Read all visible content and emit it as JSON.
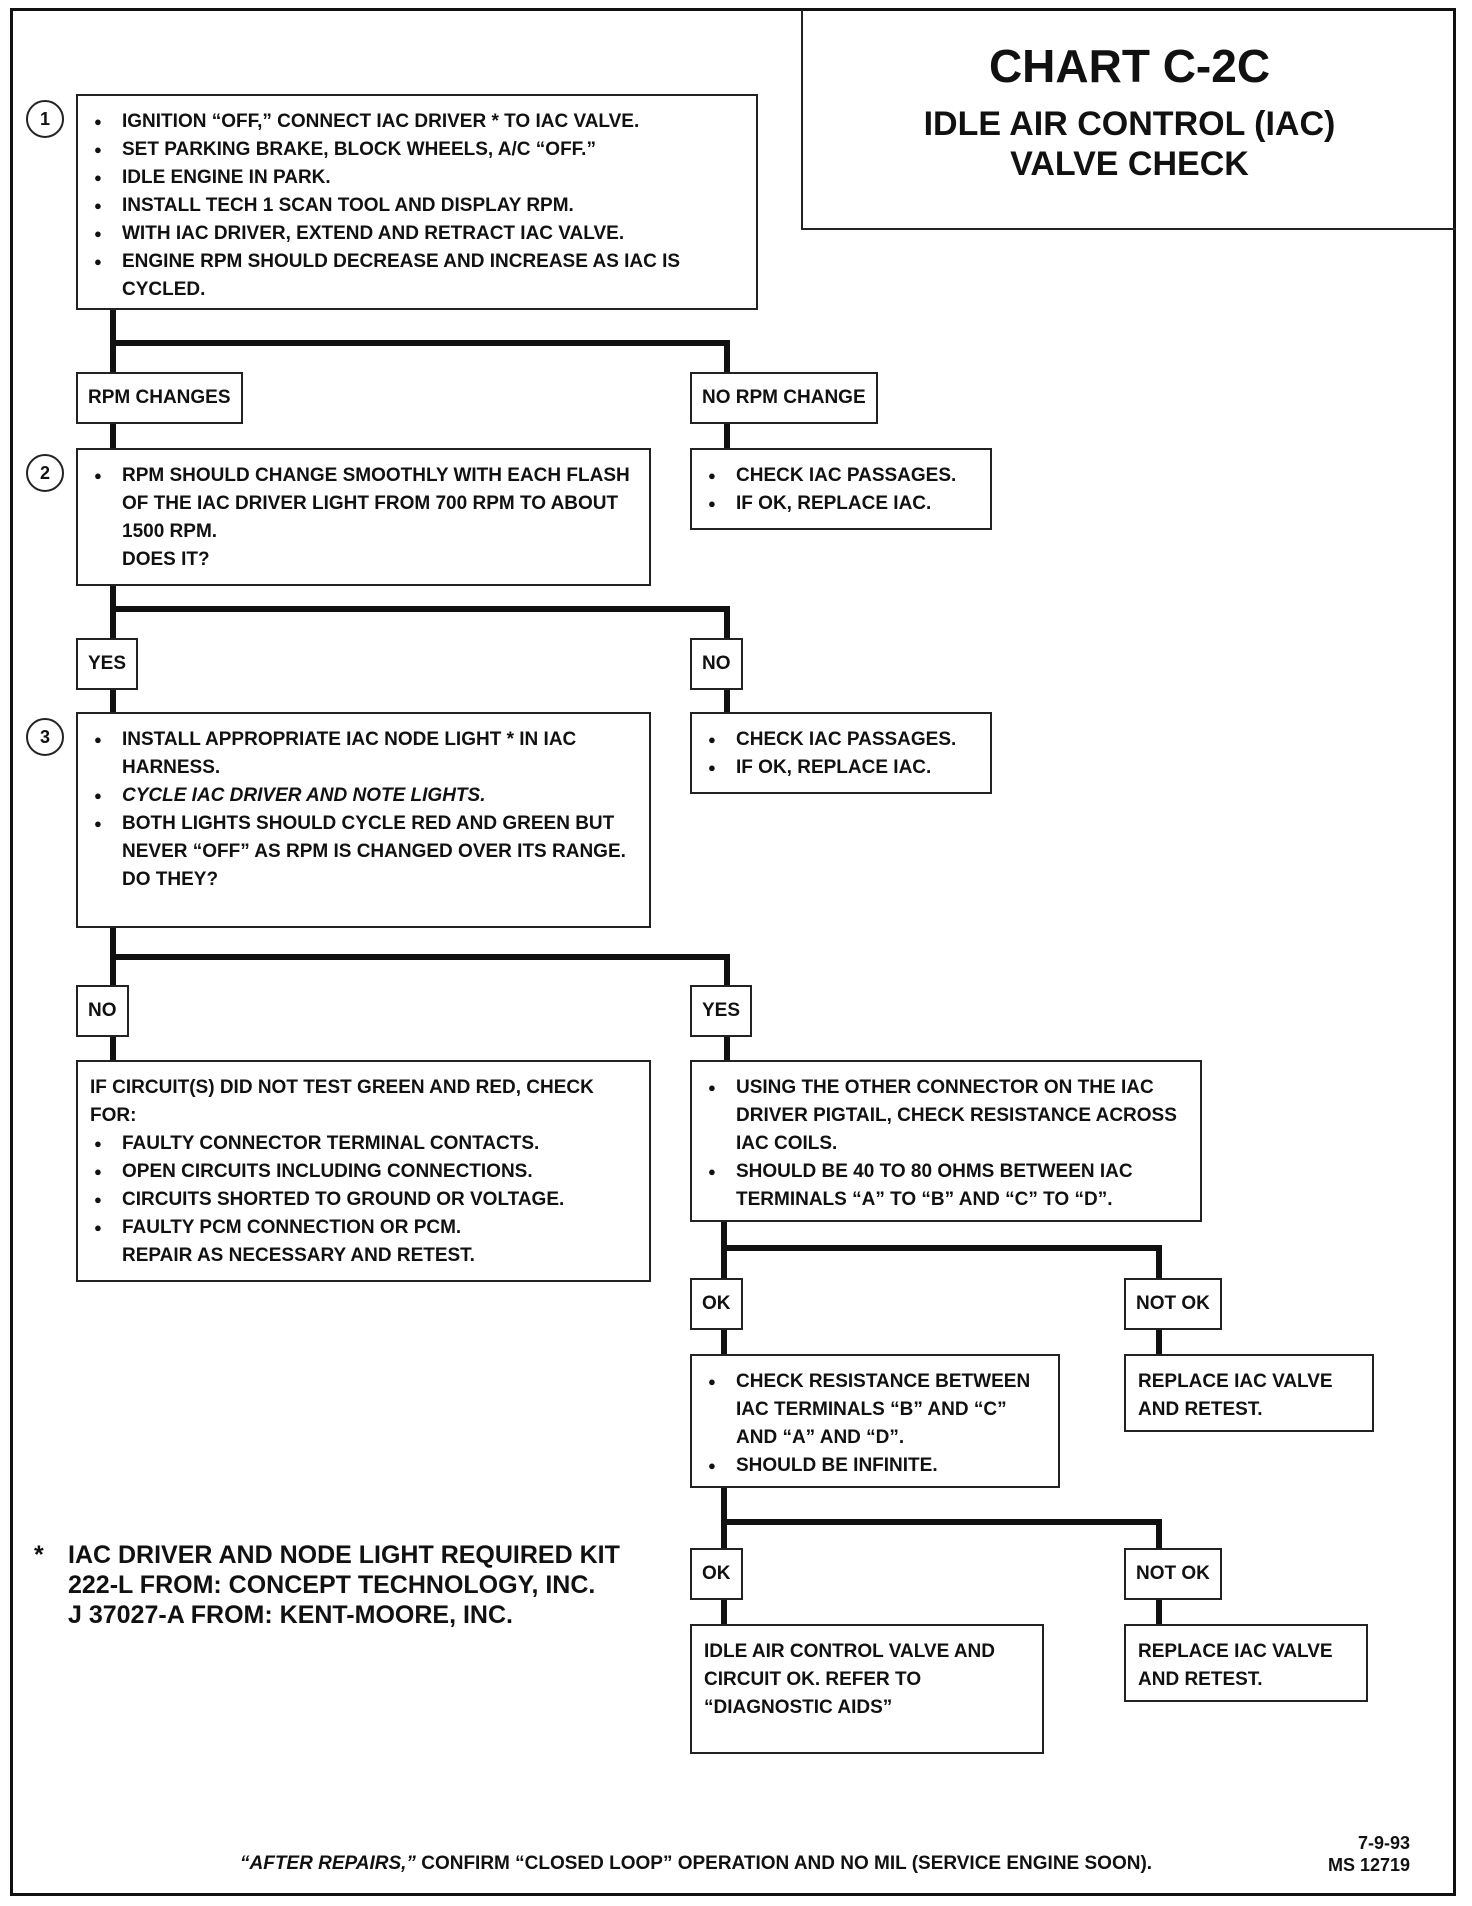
{
  "header": {
    "chart_id": "CHART C-2C",
    "title_line1": "IDLE AIR CONTROL (IAC)",
    "title_line2": "VALVE CHECK"
  },
  "steps": [
    {
      "number": "1",
      "items": [
        "IGNITION “OFF,” CONNECT IAC DRIVER * TO IAC VALVE.",
        "SET PARKING BRAKE, BLOCK WHEELS, A/C “OFF.”",
        "IDLE ENGINE IN PARK.",
        "INSTALL TECH 1 SCAN TOOL AND DISPLAY RPM.",
        "WITH IAC DRIVER, EXTEND AND RETRACT IAC VALVE.",
        "ENGINE RPM SHOULD DECREASE AND INCREASE AS IAC IS CYCLED."
      ]
    },
    {
      "number": "2",
      "items": [
        "RPM SHOULD CHANGE SMOOTHLY WITH EACH FLASH OF THE IAC DRIVER LIGHT FROM 700 RPM TO ABOUT 1500 RPM."
      ],
      "question": "DOES IT?"
    },
    {
      "number": "3",
      "items": [
        "INSTALL APPROPRIATE IAC NODE LIGHT * IN IAC HARNESS.",
        "CYCLE IAC DRIVER AND NOTE LIGHTS.",
        "BOTH LIGHTS SHOULD CYCLE RED AND GREEN BUT NEVER “OFF” AS RPM IS CHANGED OVER ITS RANGE."
      ],
      "question": "DO THEY?"
    }
  ],
  "labels": {
    "rpm_changes": "RPM CHANGES",
    "no_rpm_change": "NO RPM CHANGE",
    "yes": "YES",
    "no": "NO",
    "ok": "OK",
    "not_ok": "NOT OK"
  },
  "results": {
    "passages": [
      "CHECK IAC PASSAGES.",
      "IF OK, REPLACE IAC."
    ],
    "circuit_intro": "IF CIRCUIT(S) DID NOT TEST GREEN AND RED, CHECK FOR:",
    "circuit_items": [
      "FAULTY CONNECTOR TERMINAL CONTACTS.",
      "OPEN CIRCUITS INCLUDING CONNECTIONS.",
      "CIRCUITS SHORTED TO GROUND OR VOLTAGE.",
      "FAULTY PCM CONNECTION OR PCM."
    ],
    "circuit_repair": "REPAIR AS NECESSARY AND RETEST.",
    "resistance_items": [
      "USING THE OTHER CONNECTOR ON THE IAC DRIVER PIGTAIL, CHECK RESISTANCE ACROSS IAC COILS.",
      "SHOULD BE 40 TO 80 OHMS BETWEEN IAC TERMINALS “A” TO “B” AND “C” TO “D”."
    ],
    "infinite_items": [
      "CHECK RESISTANCE BETWEEN IAC TERMINALS “B” AND “C” AND “A” AND “D”.",
      "SHOULD BE INFINITE."
    ],
    "replace_valve": "REPLACE IAC VALVE AND RETEST.",
    "valve_ok": "IDLE AIR CONTROL VALVE AND CIRCUIT OK.  REFER TO “DIAGNOSTIC AIDS”"
  },
  "kit_note": {
    "star": "*",
    "lines": [
      "IAC DRIVER AND NODE LIGHT REQUIRED KIT",
      "222-L FROM:  CONCEPT TECHNOLOGY, INC.",
      "J 37027-A FROM:  KENT-MOORE, INC."
    ]
  },
  "footer": {
    "after_repairs": "“AFTER REPAIRS,”",
    "confirm": " CONFIRM “CLOSED LOOP” OPERATION AND NO MIL (SERVICE ENGINE SOON).",
    "date": "7-9-93",
    "ref": "MS 12719"
  }
}
